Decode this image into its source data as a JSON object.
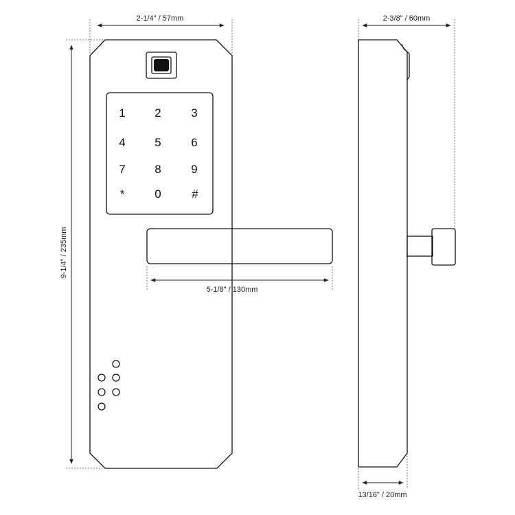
{
  "dimensions": {
    "front_width": "2-1/4\" / 57mm",
    "front_height": "9-1/4\" / 235mm",
    "handle_length": "5-1/8\" / 130mm",
    "side_depth": "2-3/8\" / 60mm",
    "side_thickness": "13/16\" / 20mm"
  },
  "keypad": {
    "keys": [
      "1",
      "2",
      "3",
      "4",
      "5",
      "6",
      "7",
      "8",
      "9",
      "*",
      "0",
      "#"
    ]
  },
  "icons": {
    "fingerprint": "fingerprint-sensor-icon"
  }
}
